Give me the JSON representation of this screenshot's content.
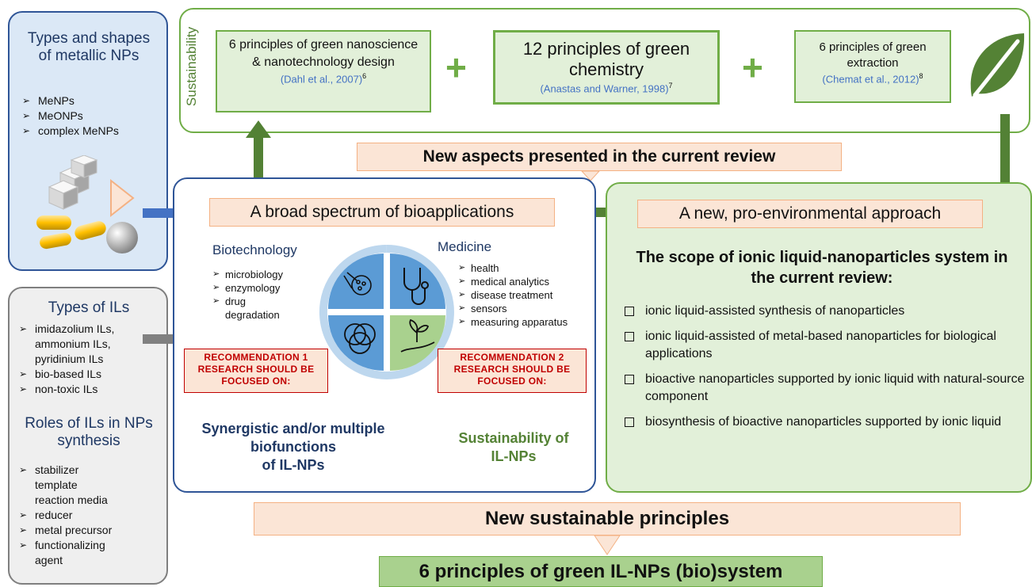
{
  "types_np": {
    "title": "Types and shapes of metallic NPs",
    "items": [
      "MeNPs",
      "MeONPs",
      "complex MeNPs"
    ]
  },
  "types_il": {
    "title": "Types of ILs",
    "items": [
      "imidazolium ILs,",
      "ammonium ILs,",
      "pyridinium ILs",
      "bio-based ILs",
      "non-toxic ILs"
    ],
    "roles_title": "Roles of ILs in NPs synthesis",
    "roles": [
      "stabilizer",
      "template",
      "reaction media",
      "reducer",
      "metal precursor",
      "functionalizing",
      "agent"
    ]
  },
  "sustainability": {
    "side_label": "Sustainability",
    "box1": {
      "title": "6 principles of green nanoscience & nanotechnology design",
      "cite": "(Dahl et al., 2007)",
      "ref": "6"
    },
    "box2": {
      "title": "12 principles of green chemistry",
      "cite": "(Anastas and Warner, 1998)",
      "ref": "7"
    },
    "box3": {
      "title": "6 principles of green extraction",
      "cite": "(Chemat et al., 2012)",
      "ref": "8"
    },
    "plus": "+"
  },
  "new_aspects": "New aspects presented in the current review",
  "bio": {
    "title": "A broad spectrum of bioapplications",
    "biotech_title": "Biotechnology",
    "biotech_items": [
      "microbiology",
      "enzymology",
      "drug",
      "degradation"
    ],
    "medicine_title": "Medicine",
    "medicine_items": [
      "health",
      "medical analytics",
      "disease treatment",
      "sensors",
      "measuring apparatus"
    ],
    "rec1": [
      "RECOMMENDATION 1",
      "RESEARCH SHOULD BE",
      "FOCUSED ON:"
    ],
    "rec2": [
      "RECOMMENDATION 2",
      "RESEARCH SHOULD BE",
      "FOCUSED ON:"
    ],
    "outcome1": [
      "Synergistic and/or multiple",
      "biofunctions",
      "of IL-NPs"
    ],
    "outcome2": [
      "Sustainability of",
      "IL-NPs"
    ]
  },
  "approach": "A new, pro-environmental approach",
  "scope": {
    "title": "The scope of ionic liquid-nanoparticles system in the current review:",
    "items": [
      "ionic liquid-assisted synthesis of nanoparticles",
      "ionic liquid-assisted of metal-based nanoparticles for biological applications",
      "bioactive nanoparticles supported by ionic liquid with natural-source component",
      "biosynthesis of bioactive nanoparticles supported by ionic liquid"
    ]
  },
  "new_principles": "New sustainable principles",
  "green_il": "6 principles of green IL-NPs (bio)system",
  "colors": {
    "blue_dark": "#1f3864",
    "blue_arrow": "#4472c4",
    "green_dark": "#548235",
    "green_arrow": "#538135",
    "peach": "#fbe5d6",
    "red": "#c00000",
    "cite": "#4472c4"
  }
}
